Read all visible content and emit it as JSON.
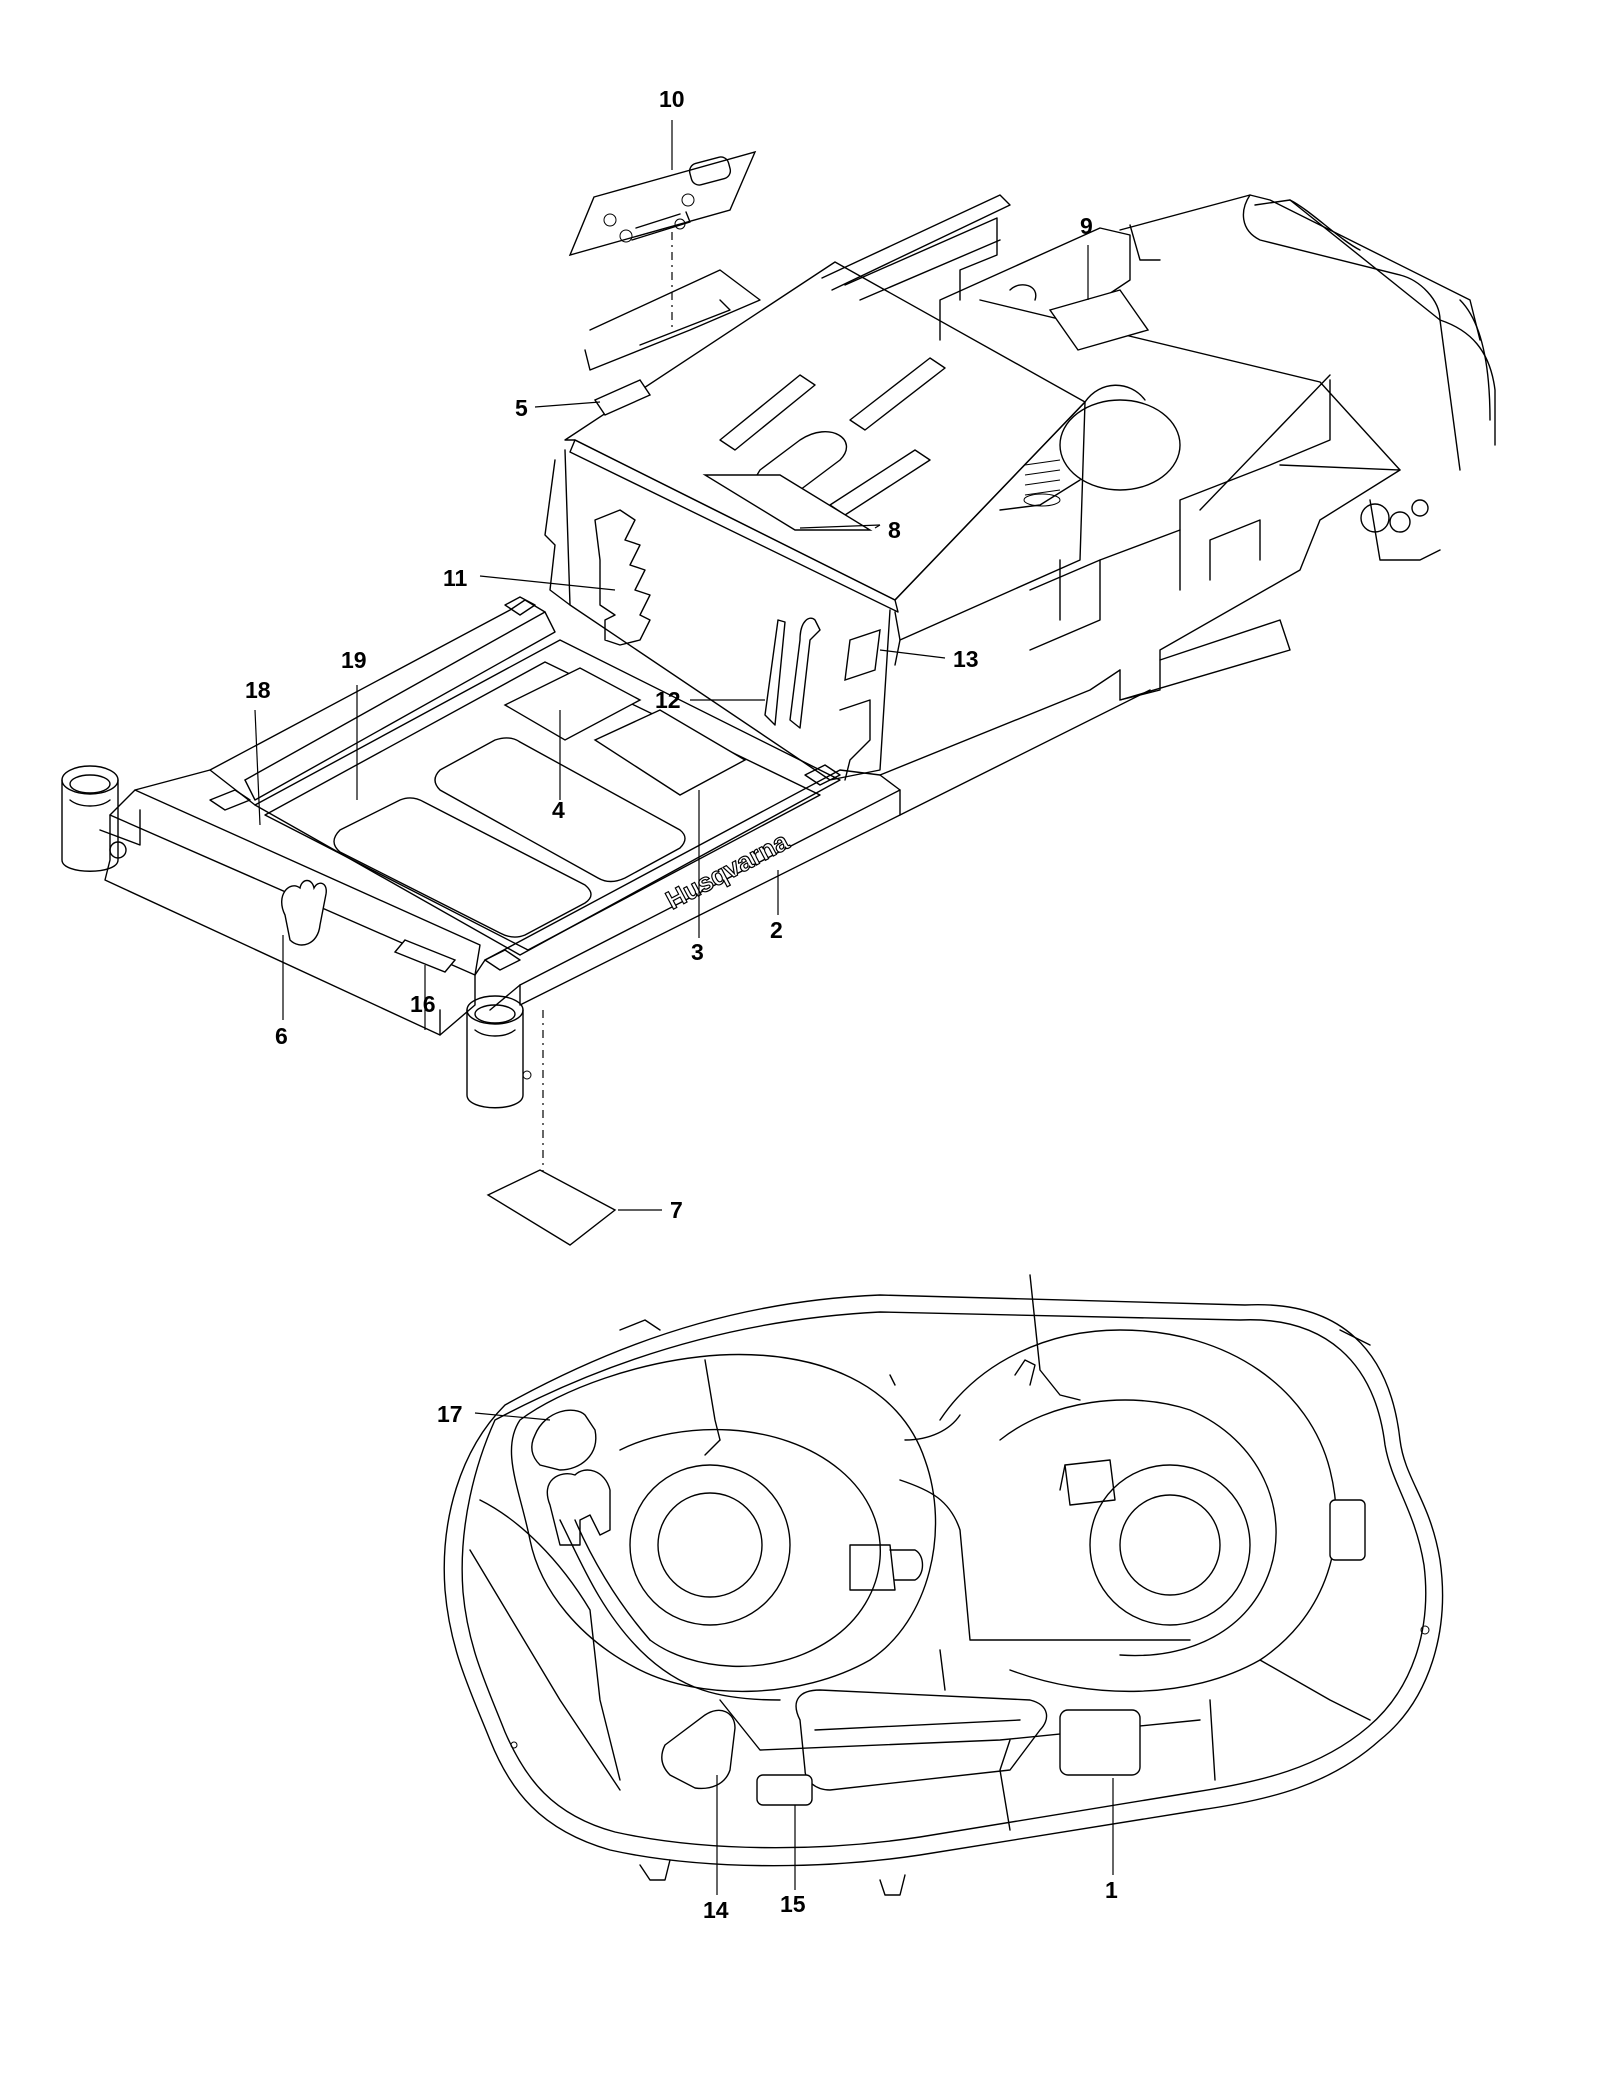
{
  "brand_text": "Husqvarna",
  "callouts": [
    {
      "id": "1",
      "label": "1"
    },
    {
      "id": "2",
      "label": "2"
    },
    {
      "id": "3",
      "label": "3"
    },
    {
      "id": "4",
      "label": "4"
    },
    {
      "id": "5",
      "label": "5"
    },
    {
      "id": "6",
      "label": "6"
    },
    {
      "id": "7",
      "label": "7"
    },
    {
      "id": "8",
      "label": "8"
    },
    {
      "id": "9",
      "label": "9"
    },
    {
      "id": "10",
      "label": "10"
    },
    {
      "id": "11",
      "label": "11"
    },
    {
      "id": "12",
      "label": "12"
    },
    {
      "id": "13",
      "label": "13"
    },
    {
      "id": "14",
      "label": "14"
    },
    {
      "id": "15",
      "label": "15"
    },
    {
      "id": "16",
      "label": "16"
    },
    {
      "id": "17",
      "label": "17"
    },
    {
      "id": "18",
      "label": "18"
    },
    {
      "id": "19",
      "label": "19"
    }
  ]
}
